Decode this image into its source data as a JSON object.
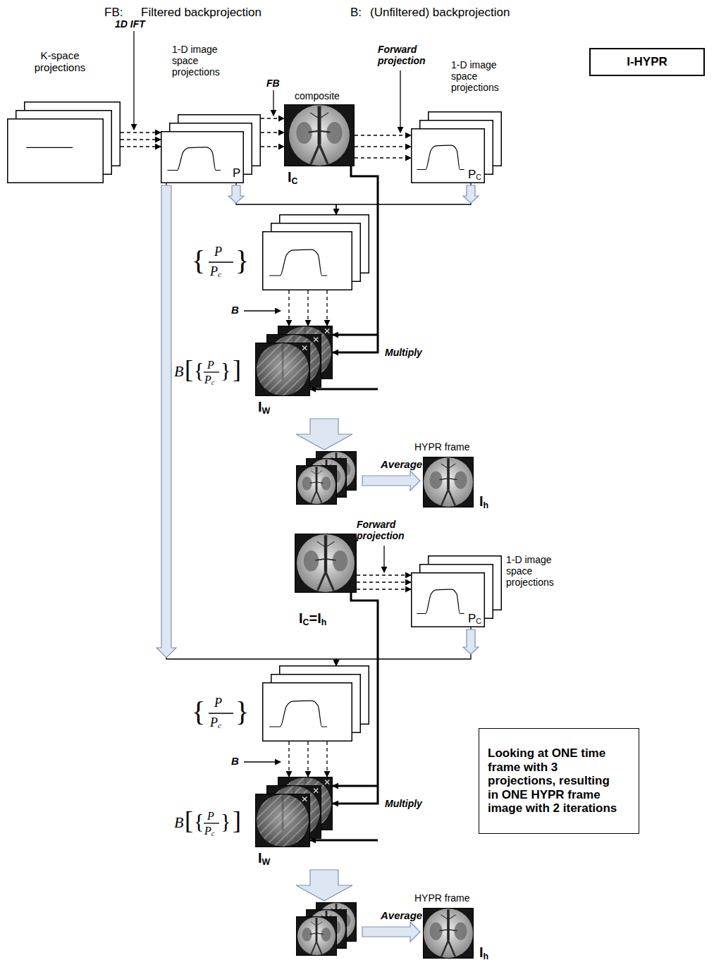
{
  "diagram": {
    "nodes": [
      {
        "text": [
          "I-HYPR"
        ]
      },
      {
        "text": [
          "K-space projections"
        ]
      },
      {
        "text": [
          "1-D image space projections",
          "P"
        ]
      },
      {
        "text": [
          "composite",
          "IC"
        ]
      },
      {
        "text": [
          "1-D image space projections",
          "PC"
        ]
      },
      {
        "text": [
          "{",
          "P",
          "Pc",
          "}"
        ]
      },
      {
        "text": [
          "B",
          "[",
          "{",
          "P",
          "Pc",
          "}",
          "]",
          "IW"
        ]
      },
      {
        "text": [
          "HYPR frame",
          "Ih"
        ]
      },
      {
        "text": [
          "IC=Ih"
        ]
      },
      {
        "text": [
          "1-D image space projections",
          "PC"
        ]
      },
      {
        "text": [
          "{",
          "P",
          "Pc",
          "}"
        ]
      },
      {
        "text": [
          "B",
          "[",
          "{",
          "P",
          "Pc",
          "}",
          "]",
          "IW"
        ]
      },
      {
        "text": [
          "HYPR frame",
          "Ih"
        ]
      },
      {
        "text": [
          "Looking at ONE time frame with 3 projections, resulting in ONE HYPR frame image with 2 iterations"
        ]
      }
    ],
    "edges": [
      {
        "from": 1,
        "to": 2,
        "arrow": "to"
      },
      {
        "from": 2,
        "to": 3,
        "arrow": "to"
      },
      {
        "from": 3,
        "to": 4,
        "arrow": "to"
      },
      {
        "from": 2,
        "to": 5,
        "arrow": "to"
      },
      {
        "from": 4,
        "to": 5,
        "arrow": "to"
      },
      {
        "from": 5,
        "to": 6,
        "arrow": "to"
      },
      {
        "from": 3,
        "to": 6,
        "arrow": "to"
      },
      {
        "from": 8,
        "to": 9,
        "arrow": "to"
      },
      {
        "from": 2,
        "to": 10,
        "arrow": "to"
      },
      {
        "from": 9,
        "to": 10,
        "arrow": "to"
      },
      {
        "from": 10,
        "to": 11,
        "arrow": "to"
      },
      {
        "from": 8,
        "to": 11,
        "arrow": "to"
      }
    ],
    "labels": [
      "FB:",
      "Filtered backprojection",
      "B:",
      "(Unfiltered) backprojection",
      "1D IFT",
      "FB",
      "Forward projection",
      "B",
      "Multiply",
      "Average",
      "Forward projection",
      "B",
      "Multiply",
      "Average"
    ]
  }
}
